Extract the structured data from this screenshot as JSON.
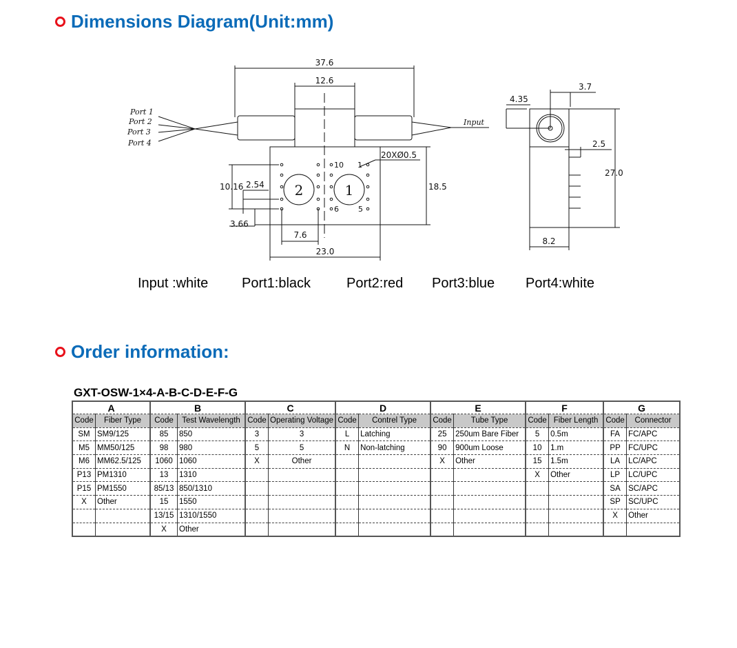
{
  "headings": {
    "dimensions": "Dimensions Diagram(Unit:mm)",
    "order": "Order information:"
  },
  "colors": {
    "heading": "#0b6bb8",
    "bullet": "#e8101a"
  },
  "diagram": {
    "dims": {
      "d37_6": "37.6",
      "d12_6": "12.6",
      "d18_5": "18.5",
      "d23_0": "23.0",
      "d7_6": "7.6",
      "d10_16": "10.16",
      "d2_54": "2.54",
      "d3_66": "3.66",
      "holes": "20XØ0.5",
      "d3_7": "3.7",
      "d4_35": "4.35",
      "d2_5": "2.5",
      "d27_0": "27.0",
      "d8_2": "8.2"
    },
    "ports": [
      "Port 1",
      "Port 2",
      "Port 3",
      "Port 4"
    ],
    "input": "Input",
    "relays": [
      "2",
      "1"
    ],
    "pins": [
      "10",
      "1",
      "6",
      "5"
    ]
  },
  "legend": [
    "Input :white",
    "Port1:black",
    "Port2:red",
    "Port3:blue",
    "Port4:white"
  ],
  "order": {
    "model": "GXT-OSW-1×4-A-B-C-D-E-F-G",
    "groups": [
      {
        "letter": "A",
        "headers": [
          "Code",
          "Fiber Type"
        ],
        "rows": [
          [
            "SM",
            "SM9/125"
          ],
          [
            "M5",
            "MM50/125"
          ],
          [
            "M6",
            "MM62.5/125"
          ],
          [
            "P13",
            "PM1310"
          ],
          [
            "P15",
            "PM1550"
          ],
          [
            "X",
            "Other"
          ],
          [
            "",
            ""
          ],
          [
            "",
            ""
          ]
        ]
      },
      {
        "letter": "B",
        "headers": [
          "Code",
          "Test Wavelength"
        ],
        "rows": [
          [
            "85",
            "850"
          ],
          [
            "98",
            "980"
          ],
          [
            "1060",
            "1060"
          ],
          [
            "13",
            "1310"
          ],
          [
            "85/13",
            "850/1310"
          ],
          [
            "15",
            "1550"
          ],
          [
            "13/15",
            "1310/1550"
          ],
          [
            "X",
            "Other"
          ]
        ]
      },
      {
        "letter": "C",
        "headers": [
          "Code",
          "Operating Voltage"
        ],
        "rows": [
          [
            "3",
            "3"
          ],
          [
            "5",
            "5"
          ],
          [
            "X",
            "Other"
          ],
          [
            "",
            ""
          ],
          [
            "",
            ""
          ],
          [
            "",
            ""
          ],
          [
            "",
            ""
          ],
          [
            "",
            ""
          ]
        ]
      },
      {
        "letter": "D",
        "headers": [
          "Code",
          "Contrel Type"
        ],
        "rows": [
          [
            "L",
            "Latching"
          ],
          [
            "N",
            "Non-latching"
          ],
          [
            "",
            ""
          ],
          [
            "",
            ""
          ],
          [
            "",
            ""
          ],
          [
            "",
            ""
          ],
          [
            "",
            ""
          ],
          [
            "",
            ""
          ]
        ]
      },
      {
        "letter": "E",
        "headers": [
          "Code",
          "Tube Type"
        ],
        "rows": [
          [
            "25",
            "250um Bare Fiber"
          ],
          [
            "90",
            "900um Loose"
          ],
          [
            "X",
            "Other"
          ],
          [
            "",
            ""
          ],
          [
            "",
            ""
          ],
          [
            "",
            ""
          ],
          [
            "",
            ""
          ],
          [
            "",
            ""
          ]
        ]
      },
      {
        "letter": "F",
        "headers": [
          "Code",
          "Fiber Length"
        ],
        "rows": [
          [
            "5",
            "0.5m"
          ],
          [
            "10",
            "1.m"
          ],
          [
            "15",
            "1.5m"
          ],
          [
            "X",
            "Other"
          ],
          [
            "",
            ""
          ],
          [
            "",
            ""
          ],
          [
            "",
            ""
          ],
          [
            "",
            ""
          ]
        ]
      },
      {
        "letter": "G",
        "headers": [
          "Code",
          "Connector"
        ],
        "rows": [
          [
            "FA",
            "FC/APC"
          ],
          [
            "PP",
            "FC/UPC"
          ],
          [
            "LA",
            "LC/APC"
          ],
          [
            "LP",
            "LC/UPC"
          ],
          [
            "SA",
            "SC/APC"
          ],
          [
            "SP",
            "SC/UPC"
          ],
          [
            "X",
            "Other"
          ],
          [
            "",
            ""
          ]
        ]
      }
    ]
  }
}
